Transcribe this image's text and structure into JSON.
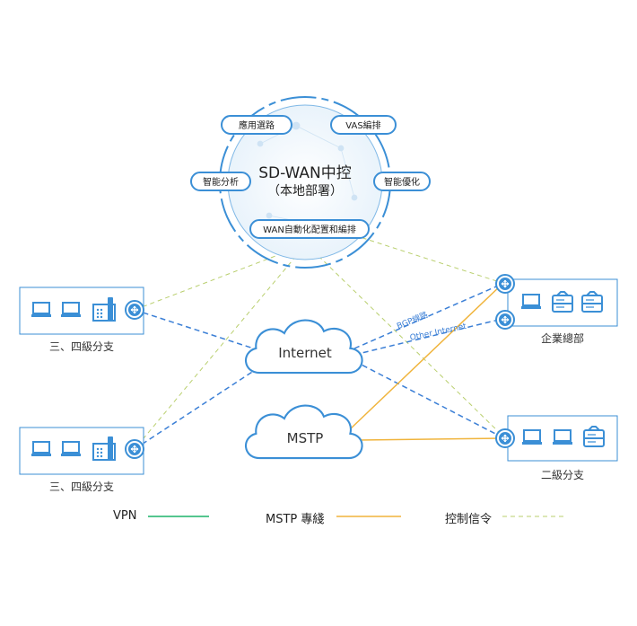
{
  "controller": {
    "title": "SD-WAN中控",
    "subtitle": "（本地部署）",
    "modules": [
      "應用選路",
      "VAS編排",
      "智能分析",
      "智能優化",
      "WAN自動化配置和編排"
    ]
  },
  "clouds": {
    "internet": "Internet",
    "mstp": "MSTP"
  },
  "sites": {
    "branch_top": "三、四級分支",
    "branch_bottom": "三、四級分支",
    "hq": "企業總部",
    "branch_level2": "二級分支"
  },
  "link_labels": {
    "bgp": "BGP線路",
    "other": "Other Internet"
  },
  "legend": {
    "vpn": "VPN",
    "mstp": "MSTP 專綫",
    "control": "控制信令"
  },
  "colors": {
    "accent": "#3b8fd6",
    "vpn": "#1db36a",
    "mstp": "#f0b43c",
    "control": "#b9cf6e",
    "tunnel": "#3b7fd6"
  },
  "icons": [
    "laptop-icon",
    "server-icon",
    "phone-icon",
    "router-icon",
    "cloud-icon"
  ]
}
